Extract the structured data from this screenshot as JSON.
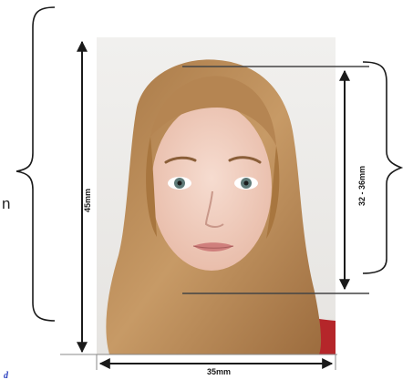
{
  "diagram": {
    "height_label": "45mm",
    "face_label": "32 - 36mm",
    "width_label": "35mm",
    "side_label_fragment": "n",
    "corner_mark": "d"
  },
  "colors": {
    "photo_background": "#ecebe9",
    "hair": "#b98a58",
    "skin": "#f2cfc0",
    "clothing": "#b5262a",
    "lines": "#1a1a1a"
  }
}
